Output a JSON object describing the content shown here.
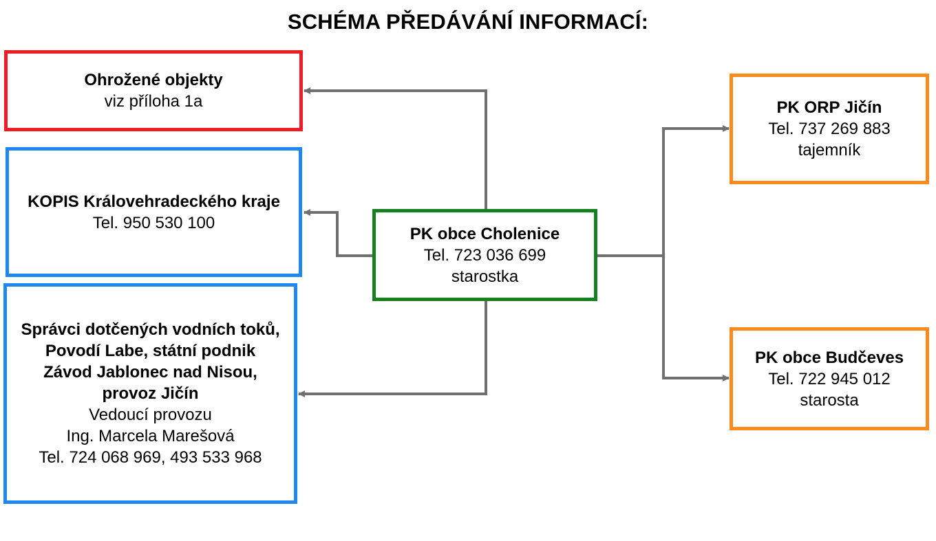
{
  "title": "SCHÉMA PŘEDÁVÁNÍ INFORMACÍ:",
  "colors": {
    "red": "#ee1c24",
    "blue": "#1e88f0",
    "green": "#15801f",
    "orange": "#fb8b1e",
    "connector": "#707070"
  },
  "boxes": {
    "ohrozene": {
      "color": "red",
      "title": "Ohrožené objekty",
      "lines": [
        "viz příloha 1a"
      ]
    },
    "kopis": {
      "color": "blue",
      "title": "KOPIS Královehradeckého kraje",
      "lines": [
        "Tel. 950 530 100"
      ]
    },
    "spravci": {
      "color": "blue",
      "title_lines": [
        "Správci dotčených vodních toků,",
        "Povodí Labe, státní podnik",
        "Závod Jablonec nad Nisou,",
        "provoz Jičín"
      ],
      "lines": [
        "Vedoucí provozu",
        "Ing. Marcela Marešová",
        "Tel. 724 068 969, 493 533 968"
      ]
    },
    "center": {
      "color": "green",
      "title": "PK obce Cholenice",
      "lines": [
        "Tel. 723 036 699",
        "starostka"
      ]
    },
    "orp": {
      "color": "orange",
      "title": "PK ORP Jičín",
      "lines": [
        "Tel. 737 269 883",
        "tajemník"
      ]
    },
    "budceves": {
      "color": "orange",
      "title": "PK obce Budčeves",
      "lines": [
        "Tel. 722 945 012",
        "starosta"
      ]
    }
  },
  "connections": [
    {
      "from": "center",
      "to": "ohrozene"
    },
    {
      "from": "center",
      "to": "kopis"
    },
    {
      "from": "center",
      "to": "spravci"
    },
    {
      "from": "center",
      "to": "orp"
    },
    {
      "from": "center",
      "to": "budceves"
    }
  ]
}
